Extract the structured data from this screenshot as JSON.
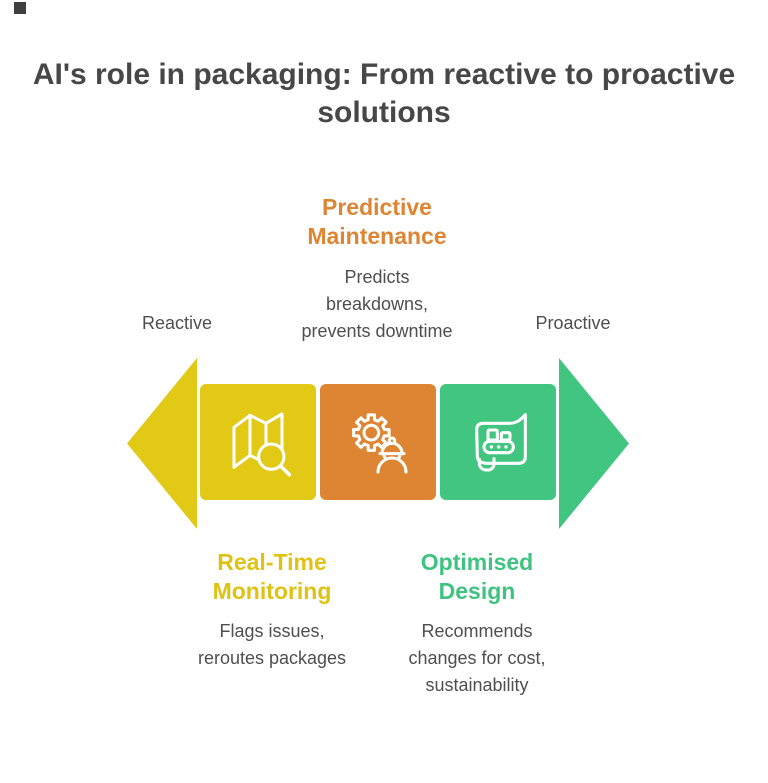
{
  "page": {
    "background": "#ffffff"
  },
  "corner_mark": {
    "color": "#3f3f3f"
  },
  "title": {
    "text": "AI's role in packaging: From reactive to proactive\nsolutions",
    "color": "#474747"
  },
  "axis": {
    "left_label": "Reactive",
    "right_label": "Proactive",
    "label_color": "#4f4f4f"
  },
  "arrows": {
    "left_direction": "left",
    "left_color": "#e2c916",
    "right_direction": "right",
    "right_color": "#41c581"
  },
  "colors": {
    "yellow": "#e2c916",
    "orange": "#de8533",
    "green": "#41c581",
    "icon_stroke": "#ffffff",
    "body_text": "#4f4f4f"
  },
  "steps": [
    {
      "id": "real-time-monitoring",
      "heading": "Real-Time\nMonitoring",
      "description": "Flags issues,\nreroutes packages",
      "color": "#e2c916",
      "icon": "map-magnifier-icon",
      "label_position": "below"
    },
    {
      "id": "predictive-maintenance",
      "heading": "Predictive\nMaintenance",
      "description": "Predicts\nbreakdowns,\nprevents downtime",
      "color": "#de8533",
      "icon": "gear-engineer-icon",
      "label_position": "above"
    },
    {
      "id": "optimised-design",
      "heading": "Optimised\nDesign",
      "description": "Recommends\nchanges for cost,\nsustainability",
      "color": "#41c581",
      "icon": "blueprint-conveyor-icon",
      "label_position": "below"
    }
  ]
}
